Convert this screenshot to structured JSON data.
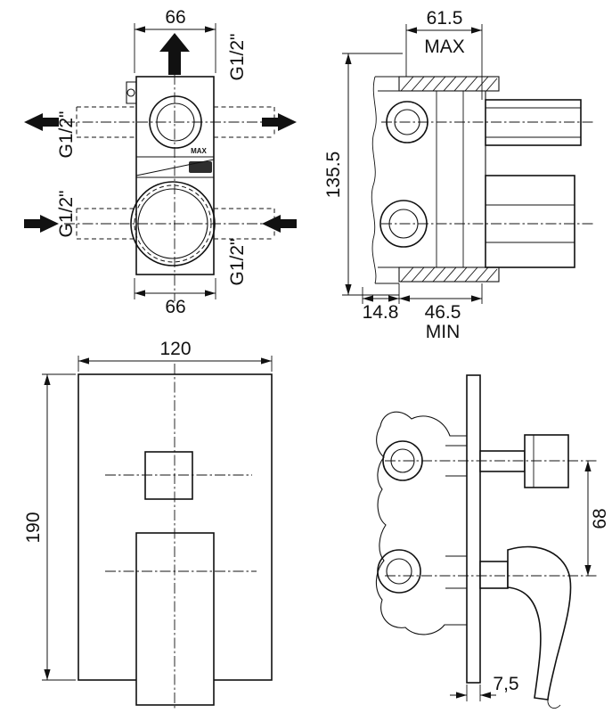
{
  "page": {
    "background": "#ffffff",
    "ink": "#111111"
  },
  "views": {
    "valve_front": {
      "dim_width_top": "66",
      "dim_width_bottom": "66",
      "port_top": "G1/2\"",
      "port_left_upper": "G1/2\"",
      "port_left_lower": "G1/2\"",
      "port_bottom": "G1/2\"",
      "max_marking": "MAX"
    },
    "valve_side": {
      "dim_depth_max": "61.5",
      "label_max": "MAX",
      "dim_height": "135.5",
      "dim_wall_min_offset": "14.8",
      "dim_depth_min": "46.5",
      "label_min": "MIN"
    },
    "trim_front": {
      "dim_width": "120",
      "dim_height": "190"
    },
    "trim_side": {
      "dim_handle_distance": "68",
      "dim_plate_thickness": "7,5"
    }
  }
}
